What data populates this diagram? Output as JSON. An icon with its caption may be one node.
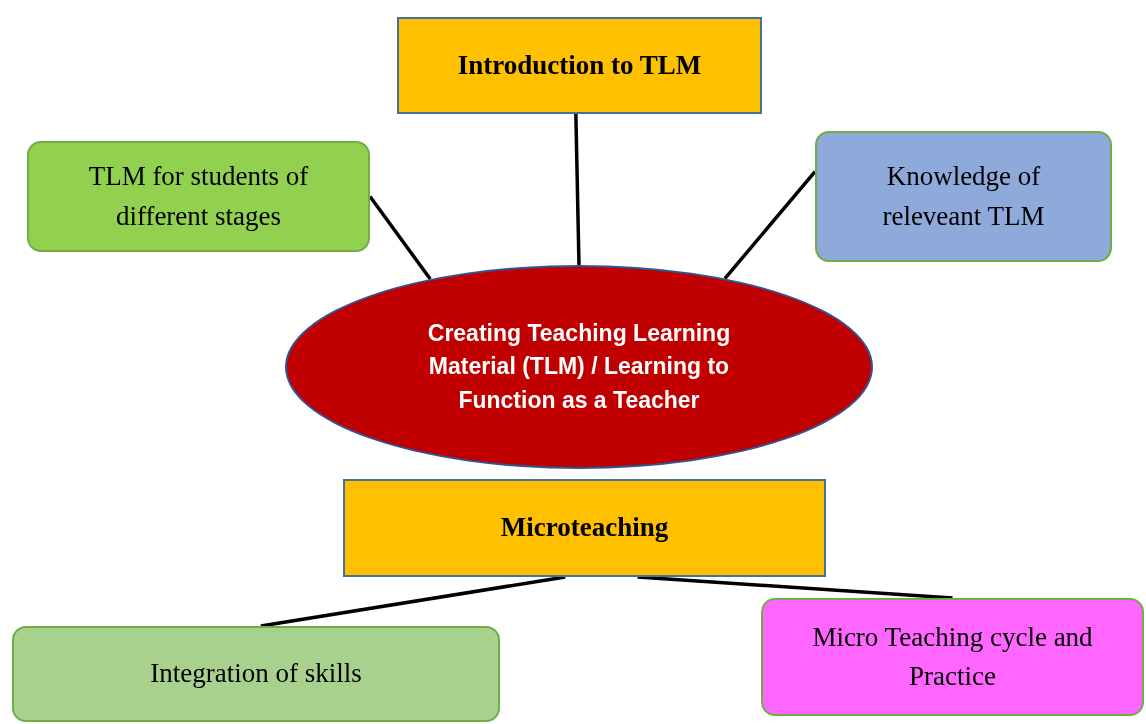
{
  "diagram": {
    "nodes": [
      {
        "text": [
          "Introduction to TLM"
        ]
      },
      {
        "text": [
          "TLM for students of different stages"
        ]
      },
      {
        "text": [
          "Knowledge of releveant TLM"
        ]
      },
      {
        "text": [
          "Creating Teaching Learning Material (TLM) / Learning to Function as a Teacher"
        ]
      },
      {
        "text": [
          "Microteaching"
        ]
      },
      {
        "text": [
          "Integration of skills"
        ]
      },
      {
        "text": [
          "Micro Teaching cycle and Practice"
        ]
      }
    ],
    "edges": [
      {
        "from": 0,
        "to": 3,
        "arrow": "none"
      },
      {
        "from": 1,
        "to": 3,
        "arrow": "none"
      },
      {
        "from": 2,
        "to": 3,
        "arrow": "none"
      },
      {
        "from": 4,
        "to": 5,
        "arrow": "none"
      },
      {
        "from": 4,
        "to": 6,
        "arrow": "none"
      }
    ]
  }
}
